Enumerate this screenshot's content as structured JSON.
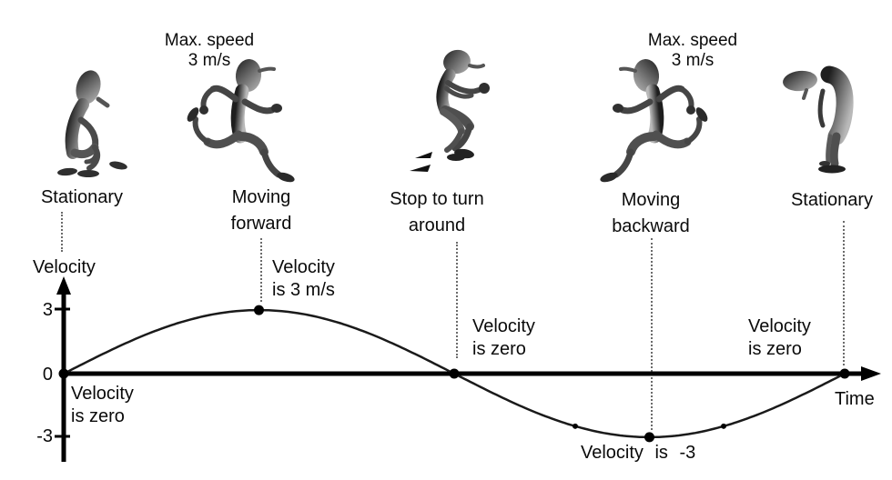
{
  "figures": [
    {
      "label": "Stationary",
      "pose": "crouching"
    },
    {
      "label": "Moving\nforward",
      "caption": "Max. speed\n3 m/s",
      "pose": "running-right"
    },
    {
      "label": "Stop to turn\naround",
      "pose": "jumping-stop"
    },
    {
      "label": "Moving\nbackward",
      "caption": "Max. speed\n3 m/s",
      "pose": "running-left"
    },
    {
      "label": "Stationary",
      "pose": "hunched-standing"
    }
  ],
  "chart": {
    "ylabel": "Velocity",
    "xlabel": "Time",
    "yticks": {
      "pos3": "3",
      "zero": "0",
      "neg3": "-3"
    },
    "annotations": {
      "origin": "Velocity\nis zero",
      "peak": "Velocity\nis 3 m/s",
      "mid": "Velocity\nis zero",
      "trough": "Velocity is -3",
      "end": "Velocity\nis zero"
    }
  },
  "chart_data": {
    "type": "line",
    "shape": "sine",
    "xlabel": "Time",
    "ylabel": "Velocity",
    "amplitude": 3,
    "ylim": [
      -4,
      4
    ],
    "yticks": [
      3,
      0,
      -3
    ],
    "x": [
      0,
      0.25,
      0.5,
      0.75,
      1
    ],
    "values": [
      0,
      3,
      0,
      -3,
      0
    ],
    "point_labels": [
      "Velocity is zero",
      "Velocity is 3 m/s",
      "Velocity is zero",
      "Velocity is -3",
      "Velocity is zero"
    ],
    "minor_marker_x": [
      0.655,
      0.845
    ],
    "colors": {
      "curve": "#1a1a1a",
      "axis": "#000000",
      "dots": "#000000"
    }
  }
}
